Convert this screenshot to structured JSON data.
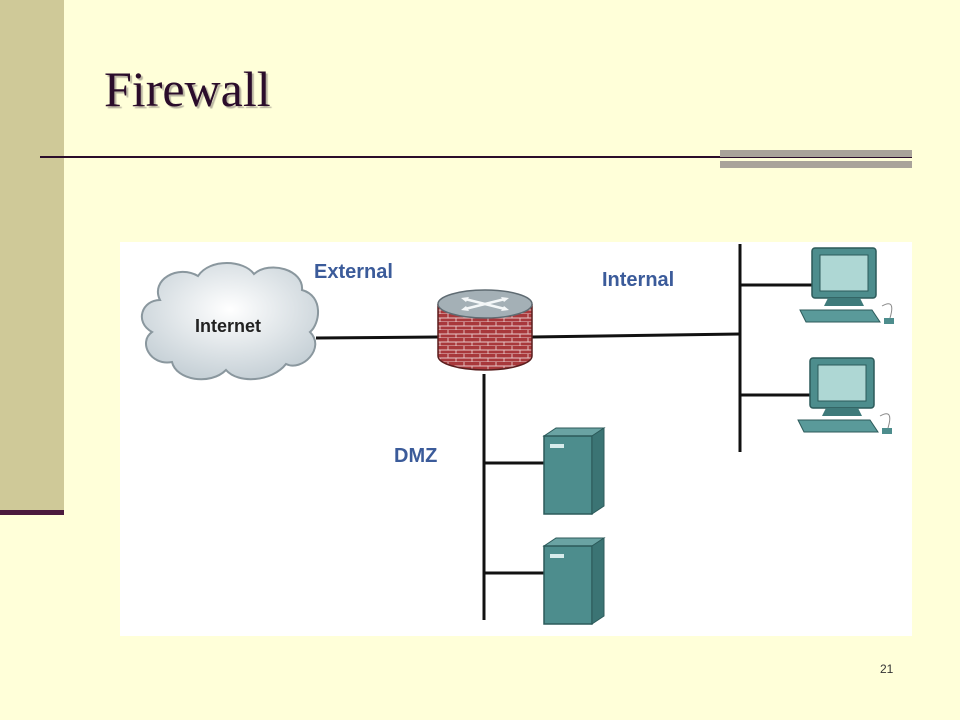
{
  "slide": {
    "title": "Firewall",
    "page_number": "21"
  },
  "diagram": {
    "labels": {
      "internet": "Internet",
      "external": "External",
      "internal": "Internal",
      "dmz": "DMZ"
    },
    "colors": {
      "label_blue": "#3b5b9a",
      "device_teal": "#4d8d8d",
      "brick_red": "#a8383b",
      "cloud_gray": "#c9d3d8"
    },
    "icons": [
      "internet-cloud-icon",
      "firewall-router-icon",
      "workstation-icon",
      "server-icon"
    ]
  }
}
